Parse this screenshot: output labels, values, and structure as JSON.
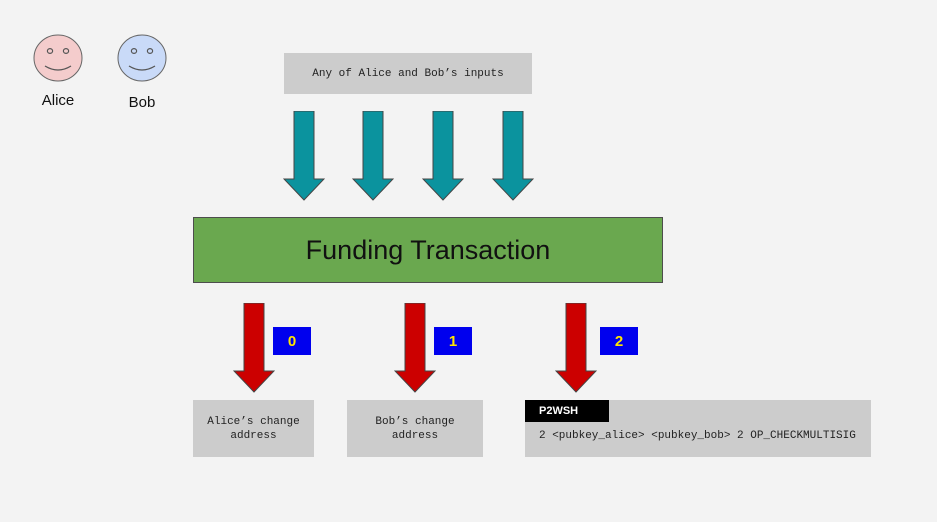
{
  "participants": [
    {
      "name": "Alice",
      "face_color": "#f4cccc"
    },
    {
      "name": "Bob",
      "face_color": "#c9daf8"
    }
  ],
  "inputs_box": {
    "label": "Any of Alice and Bob’s inputs"
  },
  "funding_transaction": {
    "label": "Funding Transaction",
    "color": "#6aa84f"
  },
  "input_arrow_color": "#0b939e",
  "output_arrow_color": "#cc0000",
  "outputs": [
    {
      "index": "0",
      "label_line1": "Alice’s change",
      "label_line2": "address"
    },
    {
      "index": "1",
      "label_line1": "Bob’s change",
      "label_line2": "address"
    },
    {
      "index": "2",
      "tag": "P2WSH",
      "script": "2 <pubkey_alice> <pubkey_bob> 2 OP_CHECKMULTISIG"
    }
  ],
  "badge_colors": {
    "background": "#0000ee",
    "text": "#ffe600"
  }
}
